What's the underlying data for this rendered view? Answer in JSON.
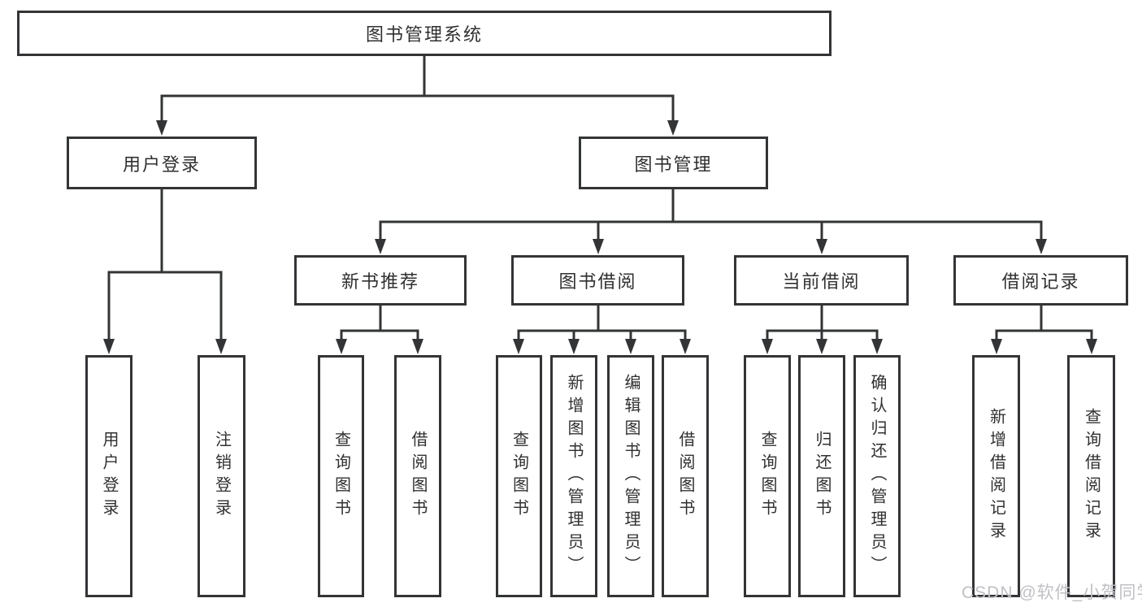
{
  "diagram": {
    "root": {
      "label": "图书管理系统"
    },
    "level2": [
      {
        "label": "用户登录"
      },
      {
        "label": "图书管理"
      }
    ],
    "level3": [
      {
        "label": "新书推荐",
        "parent": "图书管理"
      },
      {
        "label": "图书借阅",
        "parent": "图书管理"
      },
      {
        "label": "当前借阅",
        "parent": "图书管理"
      },
      {
        "label": "借阅记录",
        "parent": "图书管理"
      }
    ],
    "leaves": [
      {
        "label": "用户登录",
        "parent": "用户登录"
      },
      {
        "label": "注销登录",
        "parent": "用户登录"
      },
      {
        "label": "查询图书",
        "parent": "新书推荐"
      },
      {
        "label": "借阅图书",
        "parent": "新书推荐"
      },
      {
        "label": "查询图书",
        "parent": "图书借阅"
      },
      {
        "label": "新增图书（管理员）",
        "parent": "图书借阅"
      },
      {
        "label": "编辑图书（管理员）",
        "parent": "图书借阅"
      },
      {
        "label": "借阅图书",
        "parent": "图书借阅"
      },
      {
        "label": "查询图书",
        "parent": "当前借阅"
      },
      {
        "label": "归还图书",
        "parent": "当前借阅"
      },
      {
        "label": "确认归还（管理员）",
        "parent": "当前借阅"
      },
      {
        "label": "新增借阅记录",
        "parent": "借阅记录"
      },
      {
        "label": "查询借阅记录",
        "parent": "借阅记录"
      }
    ],
    "watermark": "CSDN @软件_小贺同学",
    "colors": {
      "line": "#333436",
      "text": "#303030",
      "watermark": "#c0c0c5",
      "background": "#ffffff"
    }
  }
}
